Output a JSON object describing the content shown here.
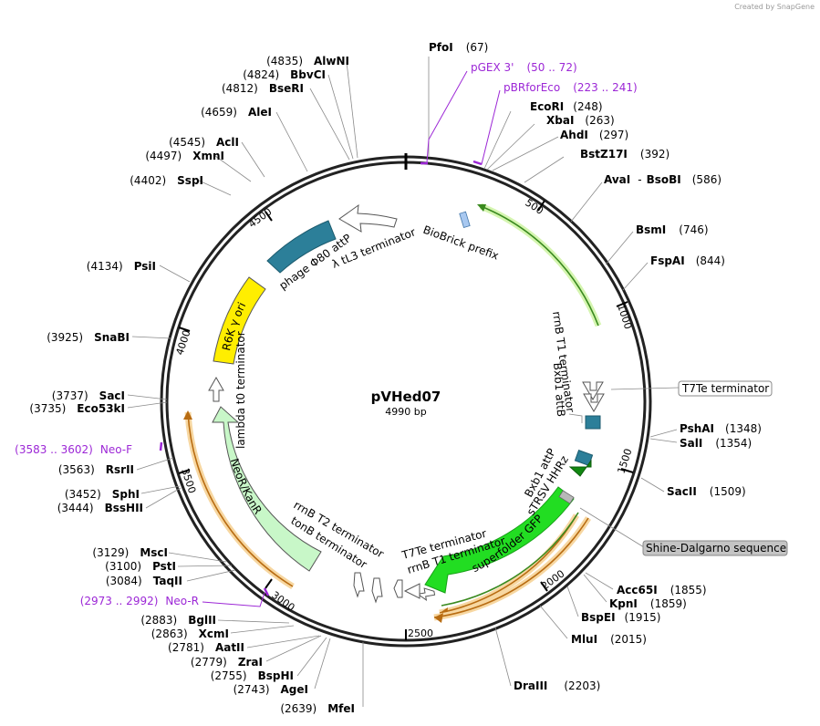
{
  "credit": "Created by SnapGene",
  "plasmid": {
    "name": "pVHed07",
    "size_label": "4990 bp",
    "length": 4990
  },
  "ticks": [
    "500",
    "1000",
    "1500",
    "2000",
    "2500",
    "3000",
    "3500",
    "4000",
    "4500"
  ],
  "enzymes": [
    {
      "name": "PfoI",
      "pos": "(67)"
    },
    {
      "name": "EcoRI",
      "pos": "(248)"
    },
    {
      "name": "XbaI",
      "pos": "(263)"
    },
    {
      "name": "AhdI",
      "pos": "(297)"
    },
    {
      "name": "BstZ17I",
      "pos": "(392)"
    },
    {
      "name": "AvaI",
      "name2": "BsoBI",
      "pos": "(586)"
    },
    {
      "name": "BsmI",
      "pos": "(746)"
    },
    {
      "name": "FspAI",
      "pos": "(844)"
    },
    {
      "name": "PshAI",
      "pos": "(1348)"
    },
    {
      "name": "SalI",
      "pos": "(1354)"
    },
    {
      "name": "SacII",
      "pos": "(1509)"
    },
    {
      "name": "Acc65I",
      "pos": "(1855)"
    },
    {
      "name": "KpnI",
      "pos": "(1859)"
    },
    {
      "name": "BspEI",
      "pos": "(1915)"
    },
    {
      "name": "MluI",
      "pos": "(2015)"
    },
    {
      "name": "DraIII",
      "pos": "(2203)"
    },
    {
      "name": "MfeI",
      "pos": "(2639)"
    },
    {
      "name": "AgeI",
      "pos": "(2743)"
    },
    {
      "name": "BspHI",
      "pos": "(2755)"
    },
    {
      "name": "ZraI",
      "pos": "(2779)"
    },
    {
      "name": "AatII",
      "pos": "(2781)"
    },
    {
      "name": "XcmI",
      "pos": "(2863)"
    },
    {
      "name": "BglII",
      "pos": "(2883)"
    },
    {
      "name": "TaqII",
      "pos": "(3084)"
    },
    {
      "name": "PstI",
      "pos": "(3100)"
    },
    {
      "name": "MscI",
      "pos": "(3129)"
    },
    {
      "name": "BssHII",
      "pos": "(3444)"
    },
    {
      "name": "SphI",
      "pos": "(3452)"
    },
    {
      "name": "RsrII",
      "pos": "(3563)"
    },
    {
      "name": "Eco53kI",
      "pos": "(3735)"
    },
    {
      "name": "SacI",
      "pos": "(3737)"
    },
    {
      "name": "SnaBI",
      "pos": "(3925)"
    },
    {
      "name": "PsiI",
      "pos": "(4134)"
    },
    {
      "name": "SspI",
      "pos": "(4402)"
    },
    {
      "name": "XmnI",
      "pos": "(4497)"
    },
    {
      "name": "AclI",
      "pos": "(4545)"
    },
    {
      "name": "AleI",
      "pos": "(4659)"
    },
    {
      "name": "BseRI",
      "pos": "(4812)"
    },
    {
      "name": "BbvCI",
      "pos": "(4824)"
    },
    {
      "name": "AlwNI",
      "pos": "(4835)"
    }
  ],
  "primers": [
    {
      "name": "pGEX 3'",
      "range": "(50 .. 72)"
    },
    {
      "name": "pBRforEco",
      "range": "(223 .. 241)"
    },
    {
      "name": "Neo-F",
      "range": "(3583 .. 3602)"
    },
    {
      "name": "Neo-R",
      "range": "(2973 .. 2992)"
    }
  ],
  "features": {
    "biobrick_prefix": "BioBrick prefix",
    "rrnb_t1_terminator_a": "rrnB T1 terminator",
    "bxb1_attb": "Bxb1 attB",
    "t7te_terminator_box": "T7Te terminator",
    "bxb1_attp": "Bxb1 attP",
    "strsv_hhrz": "sTRSV HHRz",
    "shine_dalgarno": "Shine-Dalgarno sequence",
    "superfolder_gfp": "superfolder GFP",
    "t7te_terminator": "T7Te terminator",
    "rrnb_t1_terminator_b": "rrnB T1 terminator",
    "rrnb_t2_terminator": "rrnB T2 terminator",
    "tonb_terminator": "tonB terminator",
    "neor_kanr": "NeoR/KanR",
    "lambda_t0_terminator": "lambda t0 terminator",
    "r6k_ori": "R6K γ ori",
    "phage_attp": "phage Φ80 attP",
    "tl3_terminator": "λ tL3 terminator"
  },
  "colors": {
    "gfp": "#22dd22",
    "neor": "#c8f7c8",
    "r6k": "#ffee00",
    "attp": "#2c7f99",
    "primer": "#9c27d6",
    "orf_orange": "#f2a93b",
    "orf_green": "#3a8a1f"
  }
}
